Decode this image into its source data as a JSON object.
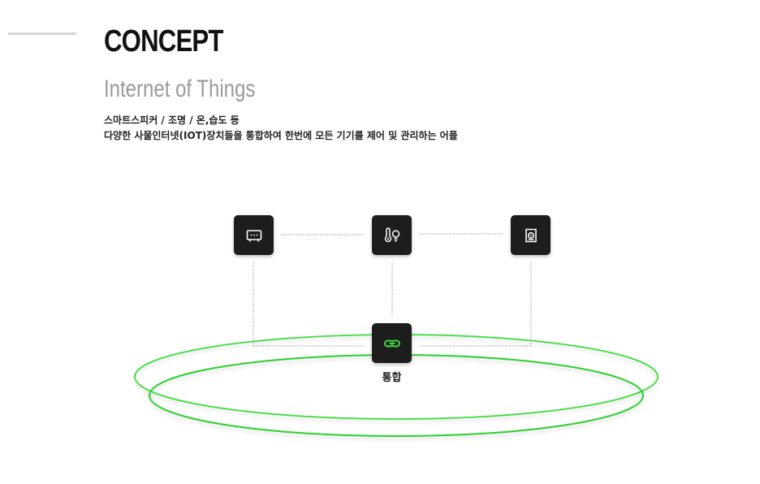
{
  "header": {
    "title": "CONCEPT",
    "subtitle": "Internet of Things",
    "desc_line1": "스마트스피커 / 조명 / 온,습도 등",
    "desc_line2": "다양한 사물인터넷(IOT)장치들을 통합하여 한번에 모든 기기를 제어 및 관리하는 어플"
  },
  "diagram": {
    "nodes": [
      {
        "id": "speaker",
        "icon": "speaker-icon"
      },
      {
        "id": "sensor",
        "icon": "thermometer-bulb-icon"
      },
      {
        "id": "device",
        "icon": "smart-device-icon"
      },
      {
        "id": "hub",
        "icon": "link-icon"
      }
    ],
    "hub_label": "통합",
    "colors": {
      "node_bg": "#1d1d1d",
      "accent_green": "#3ddc3d",
      "connector": "#9a9a9a",
      "muted_text": "#9a9a9a"
    }
  }
}
